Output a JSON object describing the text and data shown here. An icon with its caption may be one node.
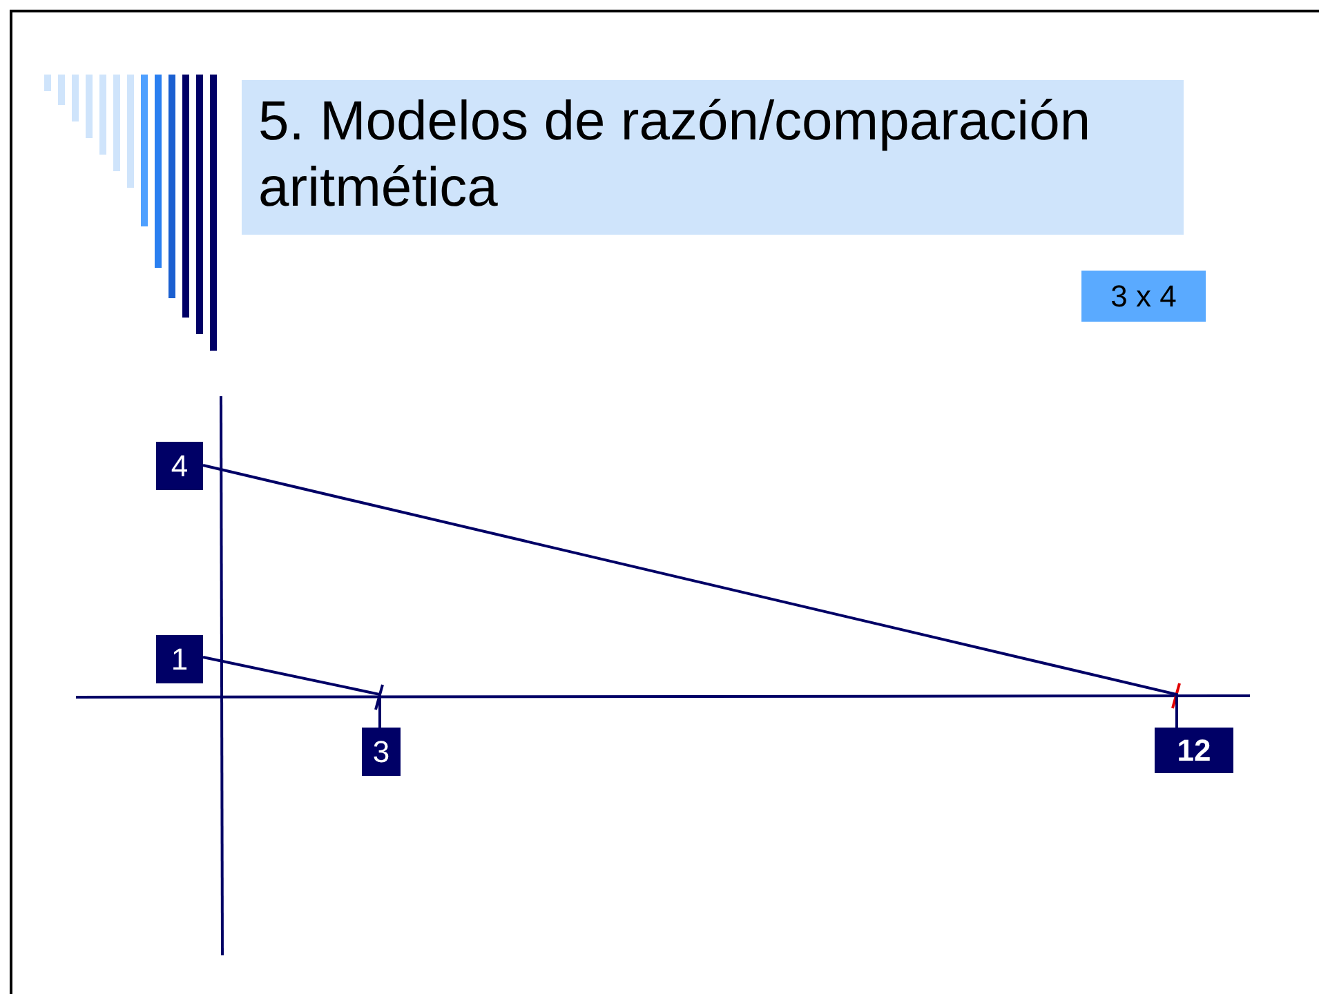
{
  "diagram": {
    "title": "5. Modelos de razón/comparación aritmética",
    "nodes": [
      {
        "text": [
          "3 x 4"
        ]
      },
      {
        "text": [
          "4"
        ]
      },
      {
        "text": [
          "1"
        ]
      },
      {
        "text": [
          "3"
        ]
      },
      {
        "text": [
          "12"
        ]
      }
    ],
    "edges": [
      {
        "from": 1,
        "to": 4,
        "arrow": "none"
      },
      {
        "from": 2,
        "to": 3,
        "arrow": "none"
      }
    ]
  }
}
